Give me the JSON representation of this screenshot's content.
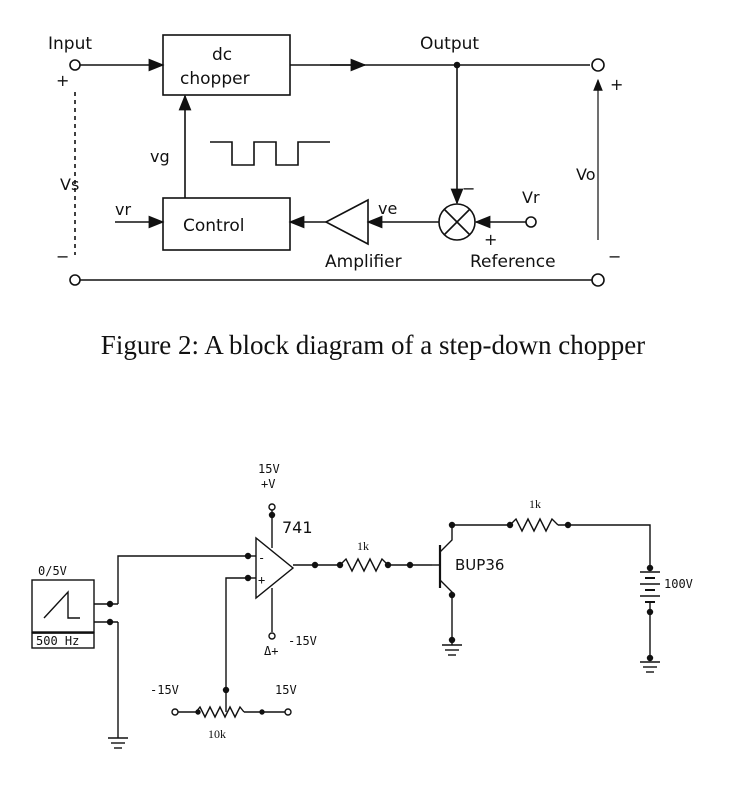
{
  "block_diagram": {
    "input_label": "Input",
    "output_label": "Output",
    "chopper_line1": "dc",
    "chopper_line2": "chopper",
    "control_label": "Control",
    "amplifier_label": "Amplifier",
    "reference_label": "Reference",
    "vs_label": "Vs",
    "vo_label": "Vo",
    "vg_label": "vg",
    "vr_left_label": "vr",
    "ve_label": "ve",
    "vr_ref_label": "Vr",
    "plus_sign": "+",
    "minus_sign": "−"
  },
  "caption": "Figure 2: A block diagram of a step-down chopper",
  "circuit": {
    "source_amplitude": "0/5V",
    "source_freq": "500 Hz",
    "pos_supply": "15V",
    "pos_rail": "+V",
    "opamp_label": "741",
    "neg_supply": "-15V",
    "neg_rail_label": "Δ+",
    "base_resistor": "1k",
    "load_resistor": "1k",
    "transistor_label": "BUP36",
    "battery_label": "100V",
    "pot_left_supply": "-15V",
    "pot_right_supply": "15V",
    "pot_label": "10k"
  }
}
